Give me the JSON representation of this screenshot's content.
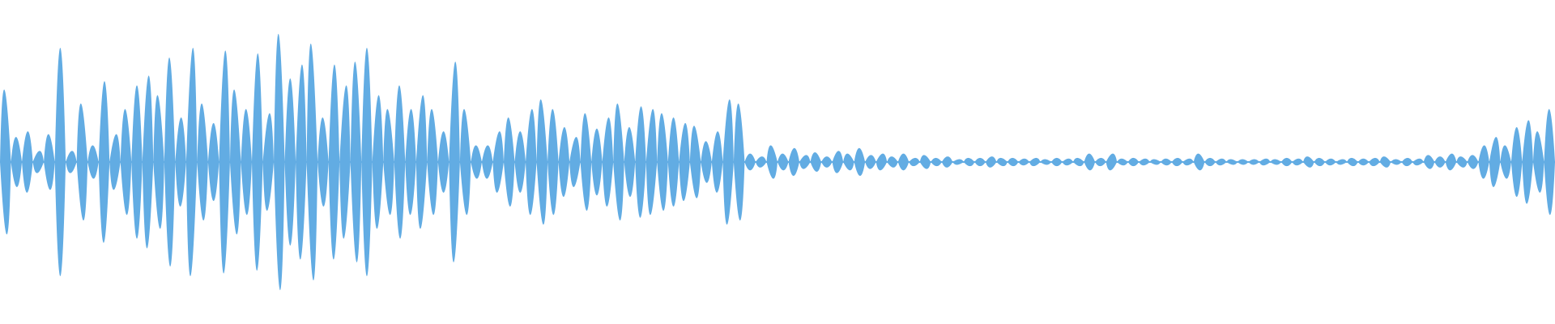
{
  "waveform": {
    "color": "#62ace3",
    "background": "#ffffff",
    "amplitude_envelope": [
      0.52,
      0.18,
      0.22,
      0.08,
      0.2,
      0.82,
      0.08,
      0.42,
      0.12,
      0.58,
      0.2,
      0.38,
      0.55,
      0.62,
      0.48,
      0.75,
      0.32,
      0.82,
      0.42,
      0.28,
      0.8,
      0.52,
      0.38,
      0.78,
      0.35,
      0.92,
      0.6,
      0.7,
      0.85,
      0.32,
      0.7,
      0.55,
      0.72,
      0.82,
      0.48,
      0.38,
      0.55,
      0.38,
      0.48,
      0.38,
      0.22,
      0.72,
      0.38,
      0.12,
      0.12,
      0.22,
      0.32,
      0.22,
      0.38,
      0.45,
      0.38,
      0.25,
      0.18,
      0.35,
      0.24,
      0.32,
      0.42,
      0.25,
      0.4,
      0.38,
      0.35,
      0.32,
      0.28,
      0.26,
      0.15,
      0.22,
      0.45,
      0.42,
      0.06,
      0.04,
      0.12,
      0.06,
      0.1,
      0.05,
      0.07,
      0.04,
      0.08,
      0.06,
      0.1,
      0.05,
      0.06,
      0.04,
      0.06,
      0.03,
      0.05,
      0.03,
      0.04,
      0.02,
      0.03,
      0.03,
      0.04,
      0.03,
      0.03,
      0.025,
      0.03,
      0.02,
      0.03,
      0.025,
      0.03,
      0.06,
      0.03,
      0.06,
      0.025,
      0.03,
      0.025,
      0.02,
      0.025,
      0.03,
      0.025,
      0.06,
      0.03,
      0.025,
      0.02,
      0.02,
      0.02,
      0.025,
      0.02,
      0.03,
      0.025,
      0.04,
      0.03,
      0.025,
      0.02,
      0.03,
      0.025,
      0.03,
      0.04,
      0.02,
      0.03,
      0.025,
      0.05,
      0.04,
      0.06,
      0.04,
      0.05,
      0.12,
      0.18,
      0.12,
      0.25,
      0.3,
      0.22,
      0.38
    ]
  }
}
